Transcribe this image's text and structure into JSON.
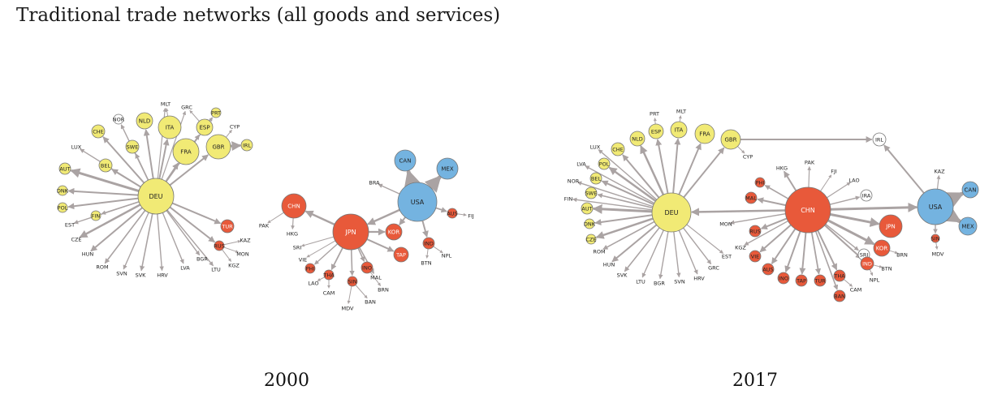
{
  "title": "Traditional trade networks (all goods and services)",
  "colors": {
    "europe": "#f1ea75",
    "asia": "#e8593a",
    "americas": "#74b3e0",
    "other": "#ffffff",
    "edge": "#aaa3a3",
    "node_stroke": "#777777"
  },
  "panels": [
    {
      "year": "2000",
      "nodes": [
        {
          "id": "DEU",
          "group": "europe"
        },
        {
          "id": "FRA",
          "group": "europe"
        },
        {
          "id": "GBR",
          "group": "europe"
        },
        {
          "id": "ITA",
          "group": "europe"
        },
        {
          "id": "ESP",
          "group": "europe"
        },
        {
          "id": "NLD",
          "group": "europe"
        },
        {
          "id": "SWE",
          "group": "europe"
        },
        {
          "id": "CHE",
          "group": "europe"
        },
        {
          "id": "BEL",
          "group": "europe"
        },
        {
          "id": "AUT",
          "group": "europe"
        },
        {
          "id": "DNK",
          "group": "europe"
        },
        {
          "id": "POL",
          "group": "europe"
        },
        {
          "id": "FIN",
          "group": "europe"
        },
        {
          "id": "NOR",
          "group": "other"
        },
        {
          "id": "IRL",
          "group": "europe"
        },
        {
          "id": "PRT",
          "group": "europe"
        },
        {
          "id": "MLT",
          "group": "other"
        },
        {
          "id": "GRC",
          "group": "other"
        },
        {
          "id": "CYP",
          "group": "other"
        },
        {
          "id": "LUX",
          "group": "other"
        },
        {
          "id": "EST",
          "group": "other"
        },
        {
          "id": "CZE",
          "group": "other"
        },
        {
          "id": "HUN",
          "group": "other"
        },
        {
          "id": "ROM",
          "group": "other"
        },
        {
          "id": "SVN",
          "group": "other"
        },
        {
          "id": "SVK",
          "group": "other"
        },
        {
          "id": "HRV",
          "group": "other"
        },
        {
          "id": "LVA",
          "group": "other"
        },
        {
          "id": "BGR",
          "group": "other"
        },
        {
          "id": "LTU",
          "group": "other"
        },
        {
          "id": "KGZ",
          "group": "other"
        },
        {
          "id": "MON",
          "group": "other"
        },
        {
          "id": "KAZ",
          "group": "other"
        },
        {
          "id": "RUS",
          "group": "asia"
        },
        {
          "id": "TUR",
          "group": "asia"
        },
        {
          "id": "CHN",
          "group": "asia"
        },
        {
          "id": "PAK",
          "group": "other"
        },
        {
          "id": "HKG",
          "group": "other"
        },
        {
          "id": "SRI",
          "group": "other"
        },
        {
          "id": "VIE",
          "group": "other"
        },
        {
          "id": "PHI",
          "group": "asia"
        },
        {
          "id": "THA",
          "group": "asia"
        },
        {
          "id": "LAO",
          "group": "other"
        },
        {
          "id": "CAM",
          "group": "other"
        },
        {
          "id": "SIN",
          "group": "asia"
        },
        {
          "id": "BAN",
          "group": "other"
        },
        {
          "id": "MDV",
          "group": "other"
        },
        {
          "id": "INO",
          "group": "asia"
        },
        {
          "id": "MAL",
          "group": "other"
        },
        {
          "id": "BRN",
          "group": "other"
        },
        {
          "id": "TAP",
          "group": "asia"
        },
        {
          "id": "KOR",
          "group": "asia"
        },
        {
          "id": "JPN",
          "group": "asia"
        },
        {
          "id": "USA",
          "group": "americas"
        },
        {
          "id": "CAN",
          "group": "americas"
        },
        {
          "id": "MEX",
          "group": "americas"
        },
        {
          "id": "BRA",
          "group": "other"
        },
        {
          "id": "AUS",
          "group": "asia"
        },
        {
          "id": "FIJ",
          "group": "other"
        },
        {
          "id": "IND",
          "group": "asia"
        },
        {
          "id": "BTN",
          "group": "other"
        },
        {
          "id": "NPL",
          "group": "other"
        }
      ]
    },
    {
      "year": "2017",
      "nodes": [
        {
          "id": "DEU",
          "group": "europe"
        },
        {
          "id": "FRA",
          "group": "europe"
        },
        {
          "id": "GBR",
          "group": "europe"
        },
        {
          "id": "ITA",
          "group": "europe"
        },
        {
          "id": "ESP",
          "group": "europe"
        },
        {
          "id": "NLD",
          "group": "europe"
        },
        {
          "id": "CHE",
          "group": "europe"
        },
        {
          "id": "POL",
          "group": "europe"
        },
        {
          "id": "BEL",
          "group": "europe"
        },
        {
          "id": "SWE",
          "group": "europe"
        },
        {
          "id": "AUT",
          "group": "europe"
        },
        {
          "id": "DNK",
          "group": "europe"
        },
        {
          "id": "CZE",
          "group": "europe"
        },
        {
          "id": "LUX",
          "group": "other"
        },
        {
          "id": "LVA",
          "group": "other"
        },
        {
          "id": "NOR",
          "group": "other"
        },
        {
          "id": "FIN",
          "group": "other"
        },
        {
          "id": "ROM",
          "group": "other"
        },
        {
          "id": "HUN",
          "group": "other"
        },
        {
          "id": "SVK",
          "group": "other"
        },
        {
          "id": "LTU",
          "group": "other"
        },
        {
          "id": "BGR",
          "group": "other"
        },
        {
          "id": "SVN",
          "group": "other"
        },
        {
          "id": "HRV",
          "group": "other"
        },
        {
          "id": "GRC",
          "group": "other"
        },
        {
          "id": "EST",
          "group": "other"
        },
        {
          "id": "PRT",
          "group": "other"
        },
        {
          "id": "MLT",
          "group": "other"
        },
        {
          "id": "CYP",
          "group": "other"
        },
        {
          "id": "IRL",
          "group": "other"
        },
        {
          "id": "CHN",
          "group": "asia"
        },
        {
          "id": "HKG",
          "group": "other"
        },
        {
          "id": "PAK",
          "group": "other"
        },
        {
          "id": "FJI",
          "group": "other"
        },
        {
          "id": "LAO",
          "group": "other"
        },
        {
          "id": "IRA",
          "group": "other"
        },
        {
          "id": "PHI",
          "group": "asia"
        },
        {
          "id": "MAL",
          "group": "asia"
        },
        {
          "id": "MON",
          "group": "other"
        },
        {
          "id": "RUS",
          "group": "asia"
        },
        {
          "id": "KGZ",
          "group": "other"
        },
        {
          "id": "VIE",
          "group": "asia"
        },
        {
          "id": "AUS",
          "group": "asia"
        },
        {
          "id": "INO",
          "group": "asia"
        },
        {
          "id": "TAP",
          "group": "asia"
        },
        {
          "id": "TUR",
          "group": "asia"
        },
        {
          "id": "THA",
          "group": "asia"
        },
        {
          "id": "BAN",
          "group": "asia"
        },
        {
          "id": "CAM",
          "group": "other"
        },
        {
          "id": "SRI",
          "group": "other"
        },
        {
          "id": "IND",
          "group": "asia"
        },
        {
          "id": "BTN",
          "group": "other"
        },
        {
          "id": "NPL",
          "group": "other"
        },
        {
          "id": "KOR",
          "group": "asia"
        },
        {
          "id": "BRN",
          "group": "other"
        },
        {
          "id": "JPN",
          "group": "asia"
        },
        {
          "id": "USA",
          "group": "americas"
        },
        {
          "id": "CAN",
          "group": "americas"
        },
        {
          "id": "MEX",
          "group": "americas"
        },
        {
          "id": "KAZ",
          "group": "other"
        },
        {
          "id": "SIN",
          "group": "asia"
        },
        {
          "id": "MDV",
          "group": "other"
        }
      ]
    }
  ]
}
